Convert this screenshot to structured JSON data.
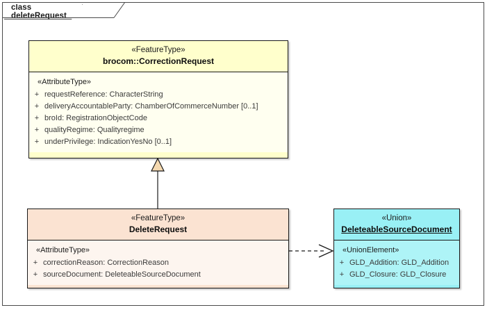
{
  "diagram": {
    "frame_label": "class deleteRequest",
    "background": "#ffffff",
    "border_color": "#4a4a4a"
  },
  "classes": [
    {
      "id": "correction-request",
      "stereotype": "«FeatureType»",
      "name": "brocom::CorrectionRequest",
      "fill": "#ffffcc",
      "compartment_stereotype": "«AttributeType»",
      "attributes": [
        {
          "visibility": "+",
          "text": "requestReference: CharacterString"
        },
        {
          "visibility": "+",
          "text": "deliveryAccountableParty: ChamberOfCommerceNumber [0..1]"
        },
        {
          "visibility": "+",
          "text": "broId: RegistrationObjectCode"
        },
        {
          "visibility": "+",
          "text": "qualityRegime: Qualityregime"
        },
        {
          "visibility": "+",
          "text": "underPrivilege: IndicationYesNo [0..1]"
        }
      ]
    },
    {
      "id": "delete-request",
      "stereotype": "«FeatureType»",
      "name": "DeleteRequest",
      "fill": "#fbe3d2",
      "compartment_stereotype": "«AttributeType»",
      "attributes": [
        {
          "visibility": "+",
          "text": "correctionReason: CorrectionReason"
        },
        {
          "visibility": "+",
          "text": "sourceDocument: DeleteableSourceDocument"
        }
      ]
    },
    {
      "id": "deleteable-source-document",
      "stereotype": "«Union»",
      "name": "DeleteableSourceDocument",
      "fill": "#99f0f5",
      "compartment_stereotype": "«UnionElement»",
      "attributes": [
        {
          "visibility": "+",
          "text": "GLD_Addition: GLD_Addition"
        },
        {
          "visibility": "+",
          "text": "GLD_Closure: GLD_Closure"
        }
      ]
    }
  ],
  "connectors": [
    {
      "id": "generalization",
      "kind": "generalization",
      "from": "delete-request",
      "to": "correction-request",
      "style": "solid",
      "arrow": "hollow-triangle",
      "arrow_fill": "#f5d9b0"
    },
    {
      "id": "dependency",
      "kind": "dependency",
      "from": "delete-request",
      "to": "deleteable-source-document",
      "style": "dashed",
      "arrow": "open-arrow"
    }
  ]
}
